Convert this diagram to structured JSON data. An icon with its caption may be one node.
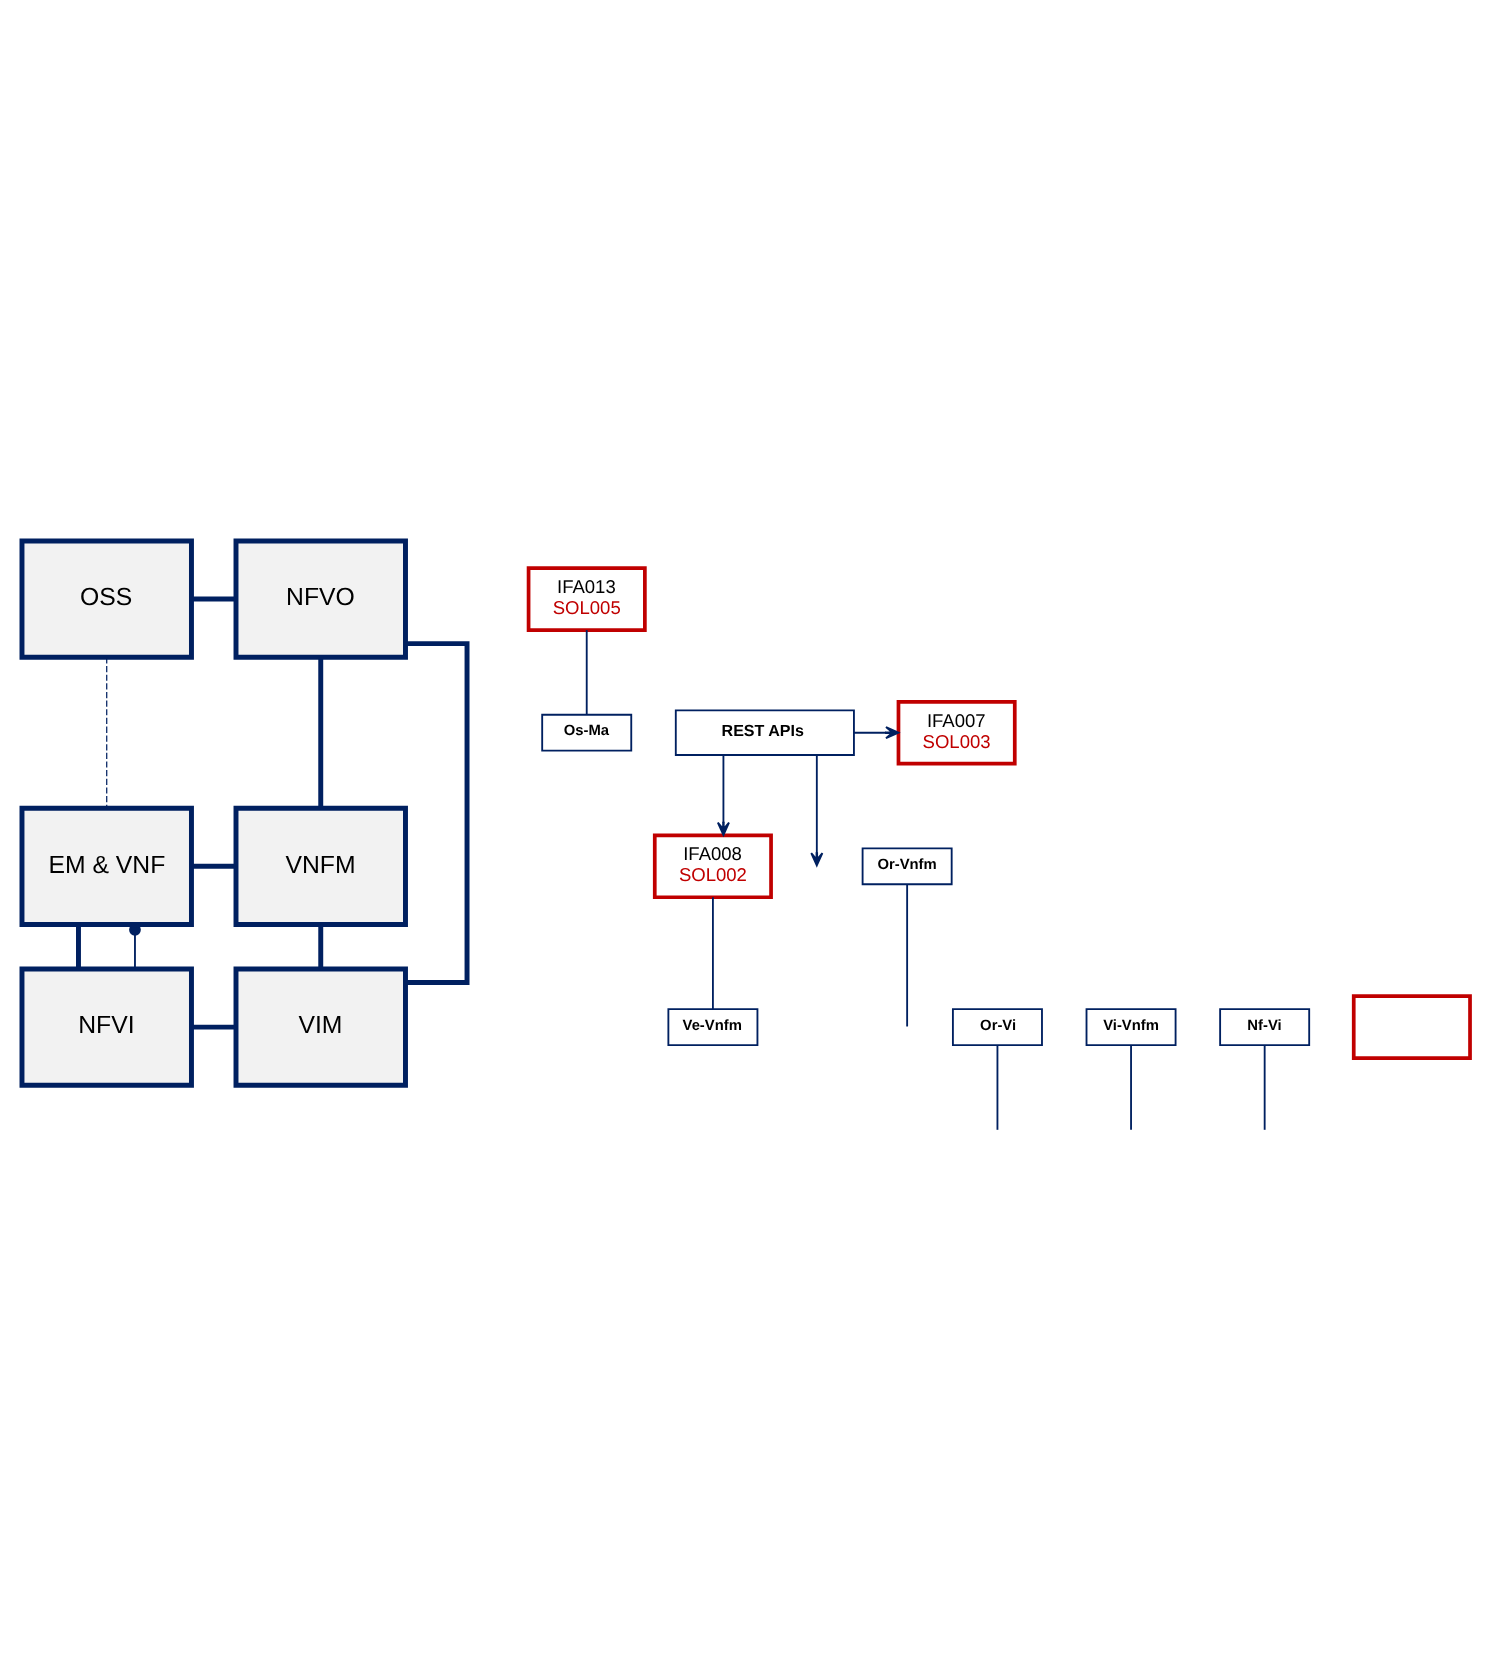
{
  "diagram": {
    "nodes": [
      {
        "text": [
          "OSS"
        ]
      },
      {
        "text": [
          "NFVO"
        ]
      },
      {
        "text": [
          "EM & VNF"
        ]
      },
      {
        "text": [
          "VNFM"
        ]
      },
      {
        "text": [
          "NFVI"
        ]
      },
      {
        "text": [
          "VIM"
        ]
      },
      {
        "text": [
          "IFA013",
          "SOL005"
        ]
      },
      {
        "text": [
          "IFA007",
          "SOL003"
        ]
      },
      {
        "text": [
          "IFA008",
          "SOL002"
        ]
      },
      {
        "text": [
          "REST APIs"
        ]
      },
      {
        "text": [
          "Os-Ma"
        ]
      },
      {
        "text": [
          "Or-Vnfm"
        ]
      },
      {
        "text": [
          "Ve-Vnfm"
        ]
      },
      {
        "text": [
          "Or-Vi"
        ]
      },
      {
        "text": [
          "Vi-Vnfm"
        ]
      },
      {
        "text": [
          "Nf-Vi"
        ]
      },
      {
        "text": [],
        "shape": "box"
      }
    ],
    "edges": [
      {
        "from": 0,
        "to": 1,
        "arrow": "none",
        "style": "thick"
      },
      {
        "from": 1,
        "to": 3,
        "arrow": "none",
        "style": "thick"
      },
      {
        "from": 1,
        "to": 5,
        "arrow": "none",
        "style": "thick"
      },
      {
        "from": 2,
        "to": 3,
        "arrow": "none",
        "style": "thick"
      },
      {
        "from": 2,
        "to": 4,
        "arrow": "none",
        "style": "thick"
      },
      {
        "from": 3,
        "to": 5,
        "arrow": "none",
        "style": "thick"
      },
      {
        "from": 4,
        "to": 5,
        "arrow": "none",
        "style": "thick"
      },
      {
        "from": 0,
        "to": 2,
        "arrow": "none",
        "style": "dashed"
      },
      {
        "from": 2,
        "to": 4,
        "arrow": "other"
      },
      {
        "from": 9,
        "to": null,
        "arrow": "to"
      },
      {
        "from": 9,
        "to": 7,
        "arrow": "to"
      },
      {
        "from": 9,
        "to": 8,
        "arrow": "to"
      },
      {
        "from": 6,
        "to": 10,
        "arrow": "none"
      },
      {
        "from": 8,
        "to": 12,
        "arrow": "none"
      },
      {
        "from": 11,
        "to": null,
        "arrow": "none"
      },
      {
        "from": 13,
        "to": null,
        "arrow": "none"
      },
      {
        "from": 14,
        "to": null,
        "arrow": "none"
      },
      {
        "from": 15,
        "to": null,
        "arrow": "none"
      }
    ]
  }
}
